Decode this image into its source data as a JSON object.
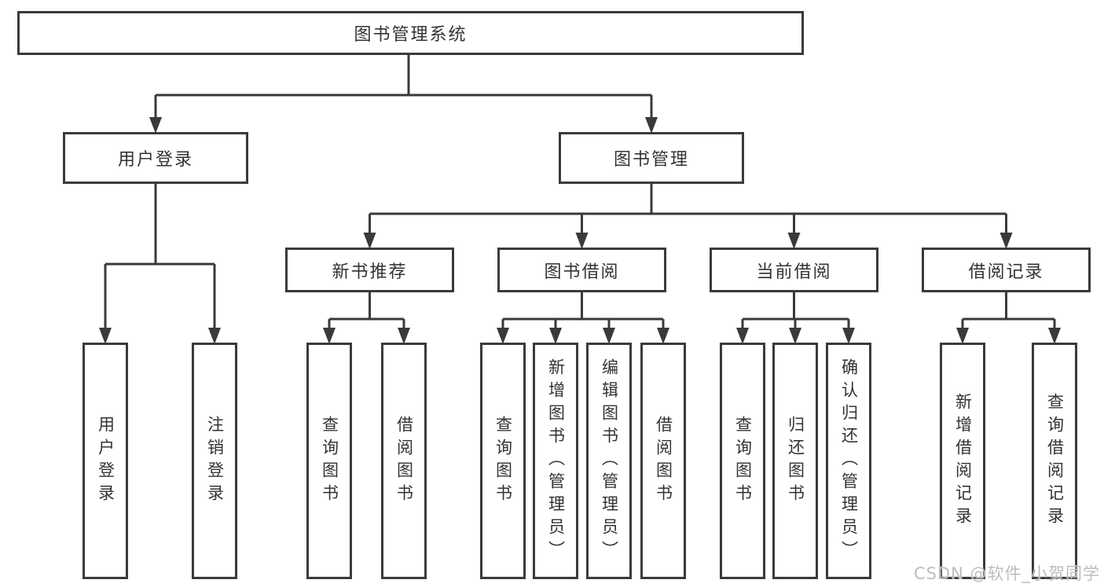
{
  "diagram": {
    "root": {
      "label": "图书管理系统"
    },
    "branches": [
      {
        "label": "用户登录",
        "children": [
          "用户登录",
          "注销登录"
        ]
      },
      {
        "label": "图书管理",
        "groups": [
          {
            "label": "新书推荐",
            "children": [
              "查询图书",
              "借阅图书"
            ]
          },
          {
            "label": "图书借阅",
            "children": [
              "查询图书",
              "新增图书（管理员）",
              "编辑图书（管理员）",
              "借阅图书"
            ]
          },
          {
            "label": "当前借阅",
            "children": [
              "查询图书",
              "归还图书",
              "确认归还（管理员）"
            ]
          },
          {
            "label": "借阅记录",
            "children": [
              "新增借阅记录",
              "查询借阅记录"
            ]
          }
        ]
      }
    ]
  },
  "colors": {
    "line": "#3a3a3a",
    "text": "#333333",
    "watermark": "#bdbdbd",
    "background": "#ffffff"
  },
  "watermark": "CSDN @软件_小贺同学"
}
